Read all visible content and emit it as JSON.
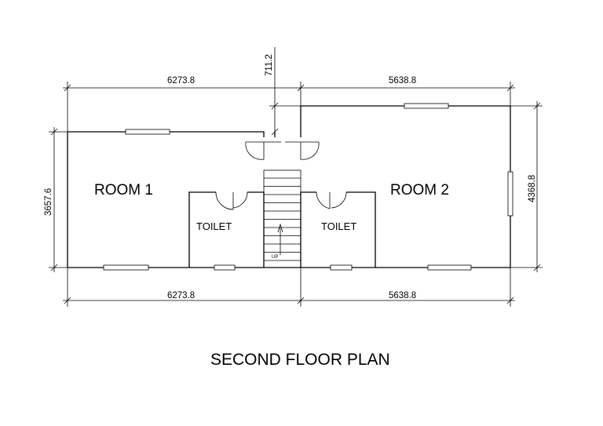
{
  "title": "SECOND FLOOR PLAN",
  "rooms": {
    "room1": "ROOM 1",
    "room2": "ROOM 2",
    "toilet_left": "TOILET",
    "toilet_right": "TOILET"
  },
  "stair": {
    "direction_label": "UP"
  },
  "dimensions": {
    "top_left": "6273.8",
    "top_right": "5638.8",
    "bottom_left": "6273.8",
    "bottom_right": "5638.8",
    "left_height": "3657.6",
    "right_height": "4368.8",
    "stair_offset": "711.2"
  }
}
